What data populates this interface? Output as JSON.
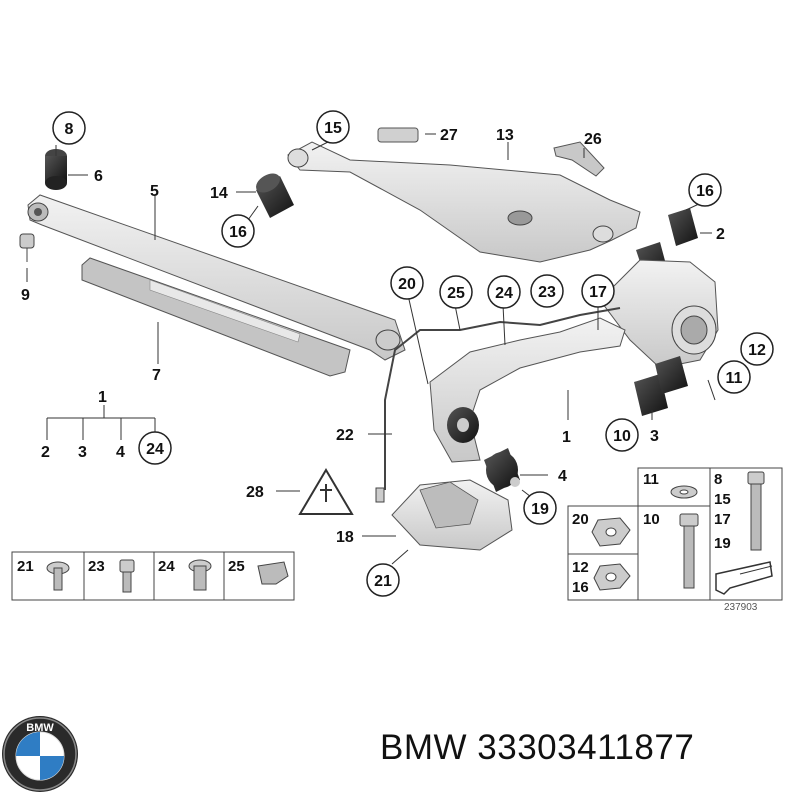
{
  "callouts": {
    "c1": "1",
    "c2": "2",
    "c3": "3",
    "c4": "4",
    "c5": "5",
    "c6": "6",
    "c7": "7",
    "c8": "8",
    "c9": "9",
    "c10": "10",
    "c11": "11",
    "c12": "12",
    "c13": "13",
    "c14": "14",
    "c15": "15",
    "c16": "16",
    "c17": "17",
    "c18": "18",
    "c19": "19",
    "c20": "20",
    "c21": "21",
    "c22": "22",
    "c23": "23",
    "c24": "24",
    "c25": "25",
    "c26": "26",
    "c27": "27",
    "c28": "28"
  },
  "tree": {
    "root": "1",
    "children": [
      "2",
      "3",
      "4",
      "24"
    ]
  },
  "fastener_strip": [
    "21",
    "23",
    "24",
    "25"
  ],
  "fastener_grid": {
    "washer": "11",
    "bolt_group": [
      "8",
      "15",
      "17",
      "19"
    ],
    "nut": "20",
    "bolt": "10",
    "nut_group": [
      "12",
      "16"
    ]
  },
  "part_code": "237903",
  "brand": {
    "name": "BMW",
    "part_number": "33303411877"
  },
  "colors": {
    "line": "#222222",
    "part_fill": "#d9d9d9",
    "bushing": "#2a2a2a",
    "blue": "#2f7dc4"
  }
}
